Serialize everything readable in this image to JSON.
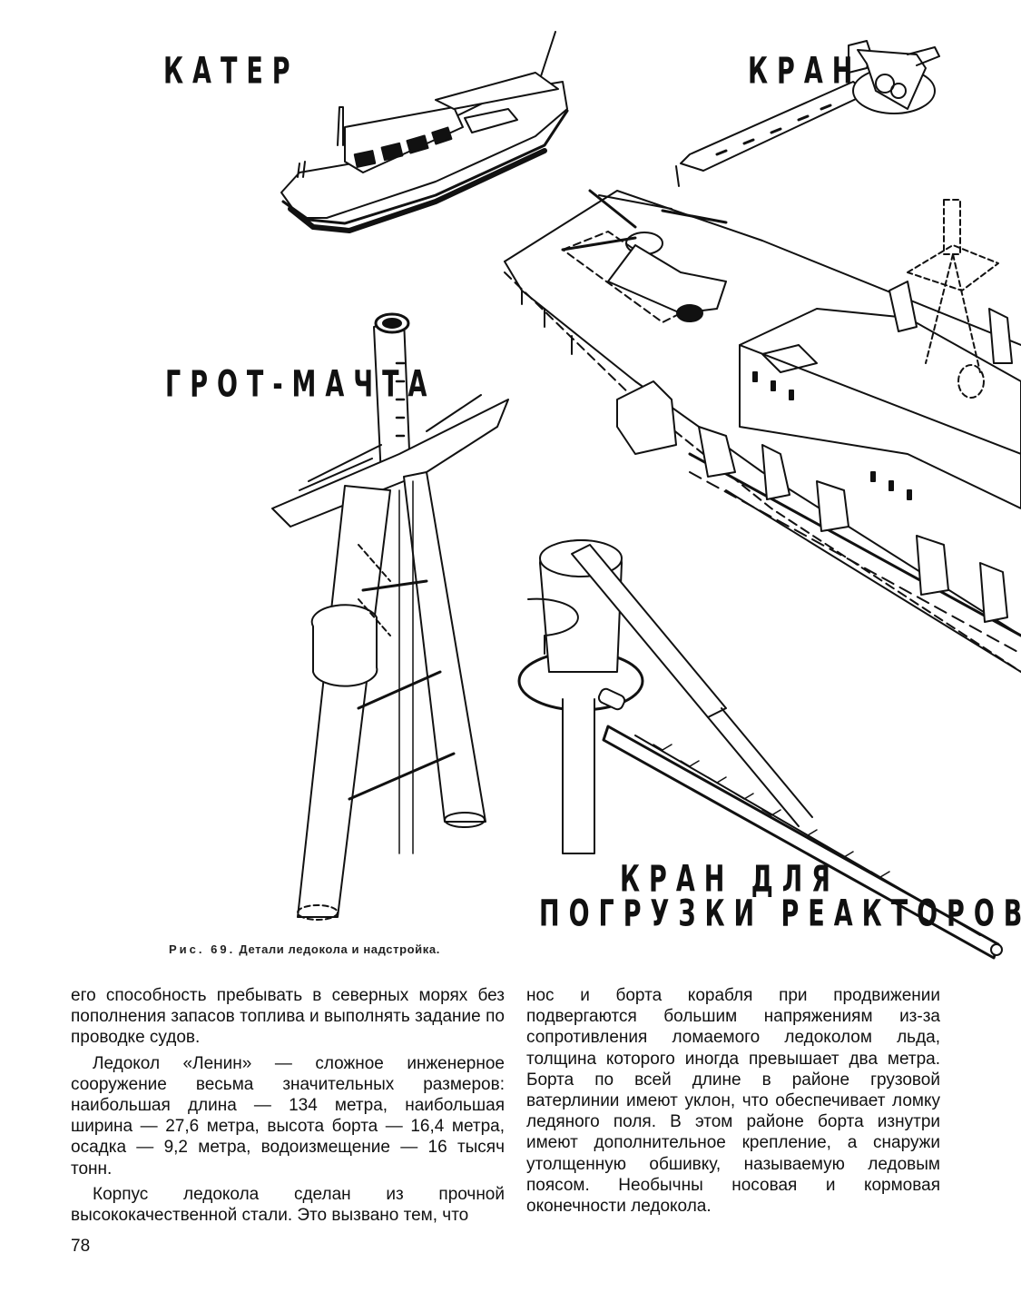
{
  "labels": {
    "boat": "КАТЕР",
    "crane": "КРАН",
    "mainmast": "ГРОТ-МАЧТА",
    "reactor_crane_line1": "КРАН ДЛЯ",
    "reactor_crane_line2": "ПОГРУЗКИ РЕАКТОРОВ"
  },
  "caption": {
    "prefix": "Рис. 69.",
    "text": "Детали ледокола и надстройка."
  },
  "columns": {
    "left": [
      "его способность пребывать в северных морях без пополнения запасов топлива и выполнять задание по проводке судов.",
      "Ледокол «Ленин» — сложное инженерное сооружение весьма значительных размеров: наибольшая длина — 134 метра, наибольшая ширина — 27,6 метра, высота борта — 16,4 метра, осадка — 9,2 метра, водоизмещение — 16 тысяч тонн.",
      "Корпус ледокола сделан из прочной высококачественной стали. Это вызвано тем, что"
    ],
    "right": [
      "нос и борта корабля при продвижении подвергаются большим напряжениям из-за сопротивления ломаемого ледоколом льда, толщина которого иногда превышает два метра. Борта по всей длине в районе грузовой ватерлинии имеют уклон, что обеспечивает ломку ледяного поля. В этом районе борта изнутри имеют дополнительное крепление, а снаружи утолщенную обшивку, называемую ледовым поясом. Необычны носовая и кормовая оконечности ледокола."
    ]
  },
  "page_number": "78"
}
